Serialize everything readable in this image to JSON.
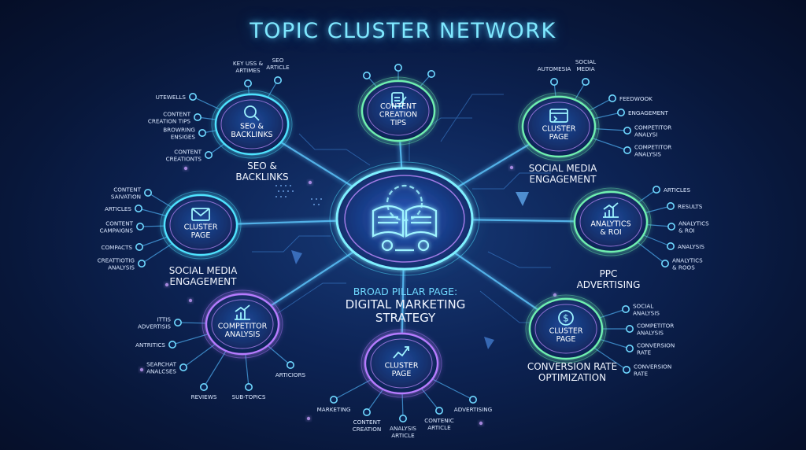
{
  "title": "TOPIC CLUSTER NETWORK",
  "colors": {
    "accent_cyan": "#4fe3ff",
    "accent_purple": "#b77cff",
    "accent_green": "#6ff0b0",
    "line": "#5ec8ff",
    "text": "#e8f2ff"
  },
  "center": {
    "icon": "open-book-icon",
    "subtitle": "BROAD PILLAR PAGE:",
    "title_line1": "DIGITAL MARKETING",
    "title_line2": "STRATEGY"
  },
  "clusters": [
    {
      "id": "seo",
      "icon": "magnifier-icon",
      "node_lines": [
        "SEO &",
        "BACKLINKS"
      ],
      "caption_lines": [
        "SEO &",
        "BACKLINKS"
      ],
      "leaves": [
        {
          "lines": [
            "KEY USS &",
            "ARTIMES"
          ]
        },
        {
          "lines": [
            "SEO",
            "ARTICLE"
          ]
        },
        {
          "lines": [
            "UTEWELLS"
          ]
        },
        {
          "lines": [
            "CONTENT",
            "CREATION TIPS"
          ]
        },
        {
          "lines": [
            "BROWRING",
            "ENSIGES"
          ]
        },
        {
          "lines": [
            "CONTENT",
            "CREATIONTS"
          ]
        }
      ]
    },
    {
      "id": "content",
      "icon": "edit-document-icon",
      "node_lines": [
        "CONTENT",
        "CREATION",
        "TIPS"
      ],
      "caption_lines": [],
      "leaves": []
    },
    {
      "id": "social-top",
      "icon": "browser-window-icon",
      "node_lines": [
        "CLUSTER",
        "PAGE"
      ],
      "caption_lines": [
        "SOCIAL MEDIA",
        "ENGAGEMENT"
      ],
      "leaves": [
        {
          "lines": [
            "AUTOMESIA"
          ]
        },
        {
          "lines": [
            "SOCIAL",
            "MEDIA"
          ]
        },
        {
          "lines": [
            "FEEDWOOK"
          ]
        },
        {
          "lines": [
            "ENGAGEMENT"
          ]
        },
        {
          "lines": [
            "COMPETITOR",
            "ANALYSI"
          ]
        },
        {
          "lines": [
            "COMPETITOR",
            "ANALYSIS"
          ]
        }
      ]
    },
    {
      "id": "social-left",
      "icon": "envelope-icon",
      "node_lines": [
        "CLUSTER",
        "PAGE"
      ],
      "caption_lines": [
        "SOCIAL MEDIA",
        "ENGAGEMENT"
      ],
      "leaves": [
        {
          "lines": [
            "CONTENT",
            "SAIVATION"
          ]
        },
        {
          "lines": [
            "ARTICLES"
          ]
        },
        {
          "lines": [
            "CONTENT",
            "CAMPAIGNS"
          ]
        },
        {
          "lines": [
            "COMPACTS"
          ]
        },
        {
          "lines": [
            "CREATTIOTIG",
            "ANALYSIS"
          ]
        }
      ]
    },
    {
      "id": "analytics",
      "icon": "bar-chart-icon",
      "node_lines": [
        "ANALYTICS",
        "& ROI"
      ],
      "caption_lines": [
        "PPC",
        "ADVERTISING"
      ],
      "leaves": [
        {
          "lines": [
            "ARTICLES"
          ]
        },
        {
          "lines": [
            "RESULTS"
          ]
        },
        {
          "lines": [
            "ANALYTICS",
            "& ROI"
          ]
        },
        {
          "lines": [
            "ANALYSIS"
          ]
        },
        {
          "lines": [
            "ANALYTICS",
            "& ROOS"
          ]
        }
      ]
    },
    {
      "id": "competitor",
      "icon": "trend-chart-icon",
      "node_lines": [
        "COMPETITOR",
        "ANALYSIS"
      ],
      "caption_lines": [],
      "leaves": [
        {
          "lines": [
            "ITTIS",
            "ADVERTISIS"
          ]
        },
        {
          "lines": [
            "ANTRITICS"
          ]
        },
        {
          "lines": [
            "SEARCHAT",
            "ANALCSES"
          ]
        },
        {
          "lines": [
            "REVIEWS"
          ]
        },
        {
          "lines": [
            "SUB-TOPICS"
          ]
        },
        {
          "lines": [
            "ARTICIORS"
          ]
        }
      ]
    },
    {
      "id": "bottom",
      "icon": "line-chart-icon",
      "node_lines": [
        "CLUSTER",
        "PAGE"
      ],
      "caption_lines": [],
      "leaves": [
        {
          "lines": [
            "MARKETING"
          ]
        },
        {
          "lines": [
            "CONTENT",
            "CREATION"
          ]
        },
        {
          "lines": [
            "ANALYSIS",
            "ARTICLE"
          ]
        },
        {
          "lines": [
            "CONTENIC",
            "ARTICLE"
          ]
        },
        {
          "lines": [
            "ADVERTISING"
          ]
        }
      ]
    },
    {
      "id": "conversion",
      "icon": "dollar-cycle-icon",
      "node_lines": [
        "CLUSTER",
        "PAGE"
      ],
      "caption_lines": [
        "CONVERSION RATE",
        "OPTIMIZATION"
      ],
      "leaves": [
        {
          "lines": [
            "SOCIAL",
            "ANALYSIS"
          ]
        },
        {
          "lines": [
            "COMPETITOR",
            "ANALYSIS"
          ]
        },
        {
          "lines": [
            "CONVERSION",
            "RATE"
          ]
        },
        {
          "lines": [
            "CONVERSION",
            "RATE"
          ]
        }
      ]
    }
  ]
}
